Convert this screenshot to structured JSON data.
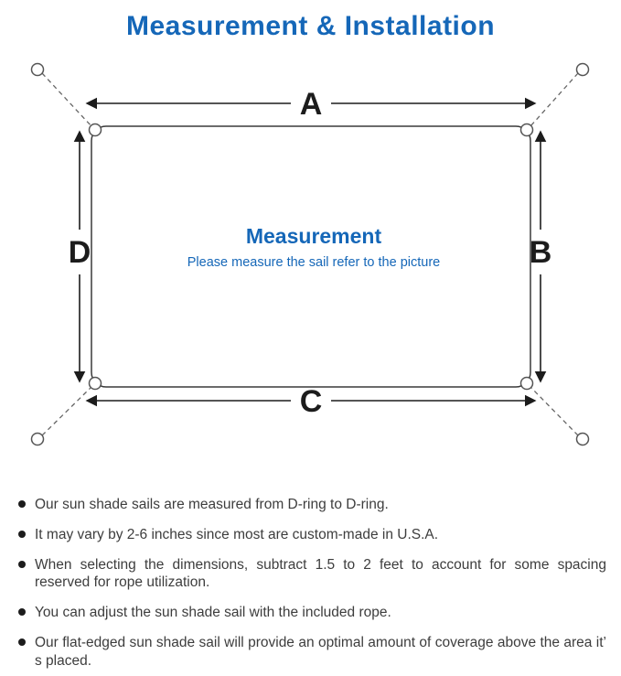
{
  "title": "Measurement & Installation",
  "diagram": {
    "labels": {
      "top": "A",
      "right": "B",
      "bottom": "C",
      "left": "D"
    },
    "center_title": "Measurement",
    "center_subtitle": "Please measure the sail refer to the picture"
  },
  "notes": [
    "Our sun shade sails are measured from D-ring to D-ring.",
    "It may vary by 2-6 inches since most are custom-made in U.S.A.",
    "When selecting the dimensions, subtract 1.5 to 2 feet to account for some spacing reserved for rope utilization.",
    "You can adjust the sun shade sail with the included rope.",
    "Our flat-edged sun shade sail will provide an optimal amount of coverage above the area it’ s placed."
  ],
  "colors": {
    "accent": "#1567b8",
    "text": "#3d3d3d",
    "line": "#1c1c1c"
  }
}
